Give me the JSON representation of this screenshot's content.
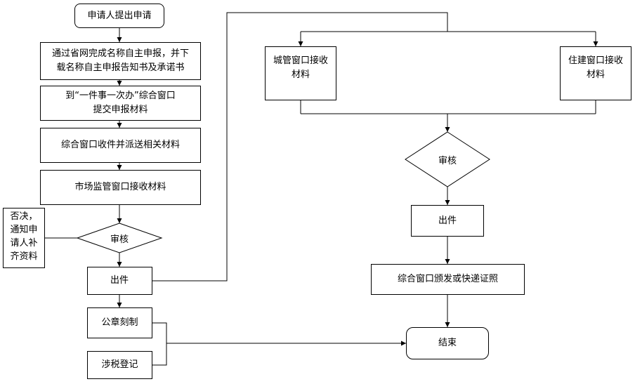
{
  "nodes": {
    "start": "申请人提出申请",
    "step1_line1": "通过省网完成名称自主申报，并下",
    "step1_line2": "载名称自主申报告知书及承诺书",
    "step2_line1": "到“一件事一次办”综合窗口",
    "step2_line2": "提交申报材料",
    "step3": "综合窗口收件并派送相关材料",
    "step4": "市场监管窗口接收材料",
    "review_left": "审核",
    "reject_lines": [
      "否决，",
      "通知申",
      "请人补",
      "齐资料"
    ],
    "issue_left": "出件",
    "seal": "公章刻制",
    "tax": "涉税登记",
    "chengguan_line1": "城管窗口接收",
    "chengguan_line2": "材料",
    "zhujian_line1": "住建窗口接收",
    "zhujian_line2": "材料",
    "review_right": "审核",
    "issue_right": "出件",
    "deliver": "综合窗口颁发或快递证照",
    "end": "结束"
  }
}
